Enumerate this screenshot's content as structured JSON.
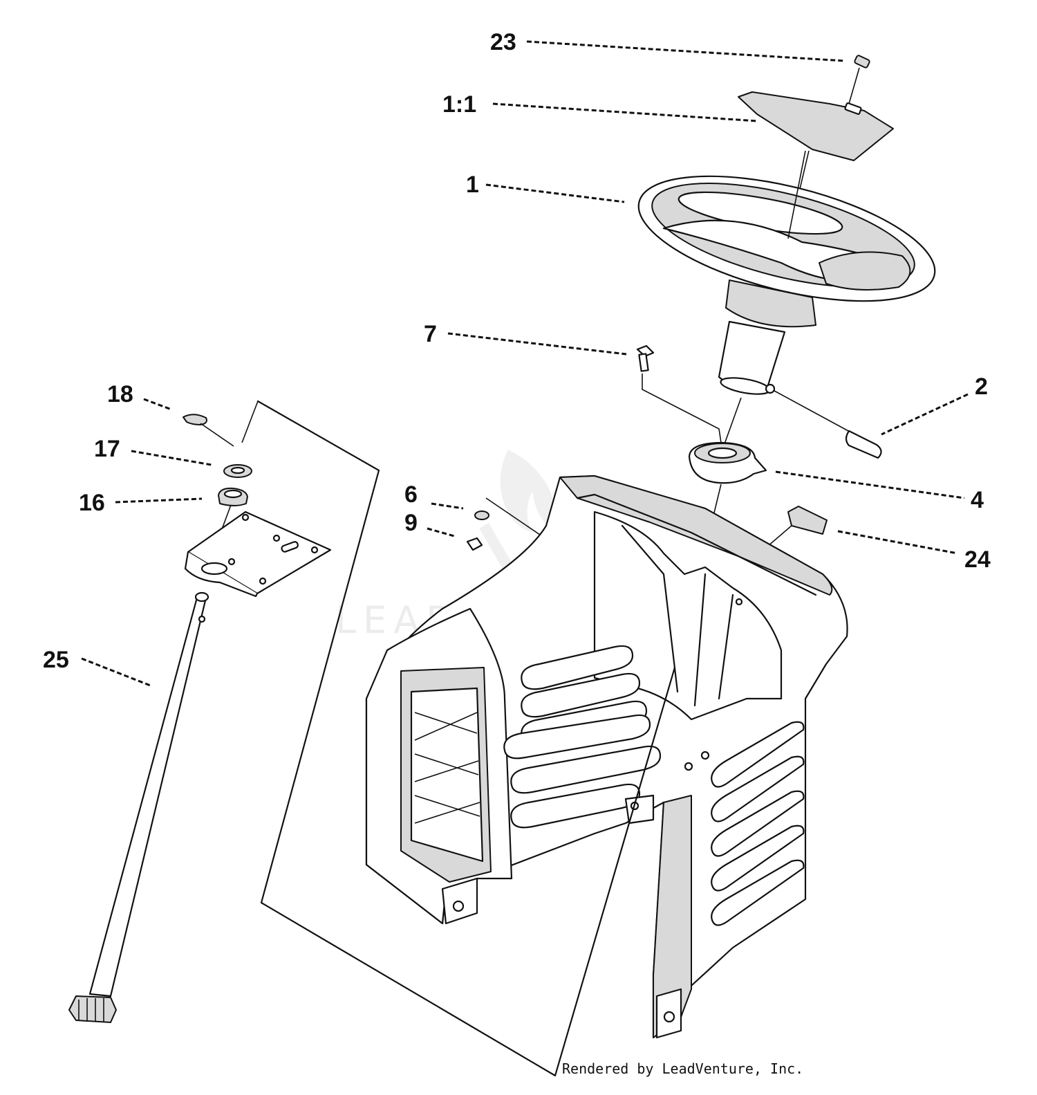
{
  "callouts": [
    {
      "id": "23",
      "label": "23"
    },
    {
      "id": "1-1",
      "label": "1:1"
    },
    {
      "id": "1",
      "label": "1"
    },
    {
      "id": "7",
      "label": "7"
    },
    {
      "id": "2",
      "label": "2"
    },
    {
      "id": "18",
      "label": "18"
    },
    {
      "id": "17",
      "label": "17"
    },
    {
      "id": "16",
      "label": "16"
    },
    {
      "id": "6",
      "label": "6"
    },
    {
      "id": "9",
      "label": "9"
    },
    {
      "id": "4",
      "label": "4"
    },
    {
      "id": "24",
      "label": "24"
    },
    {
      "id": "25",
      "label": "25"
    }
  ],
  "watermark": "LEADVENTURE",
  "credit": "Rendered by LeadVenture, Inc."
}
